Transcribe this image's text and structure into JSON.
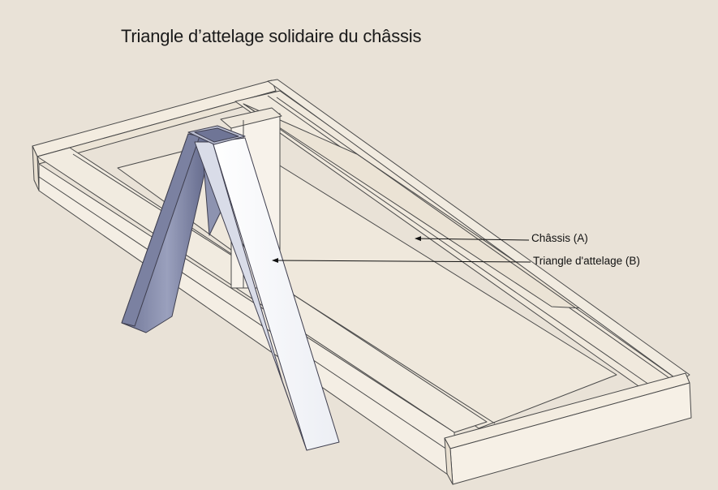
{
  "title": "Triangle d’attelage solidaire du châssis",
  "labels": {
    "chassis": "Châssis (A)",
    "triangle": "Triangle d'attelage (B)"
  },
  "colors": {
    "background": "#e9e2d7",
    "frame_fill": "#f3ece0",
    "frame_stroke": "#4a4a4a",
    "triangle_light": "#fbfbfd",
    "triangle_shadow": "#8e93b0"
  }
}
